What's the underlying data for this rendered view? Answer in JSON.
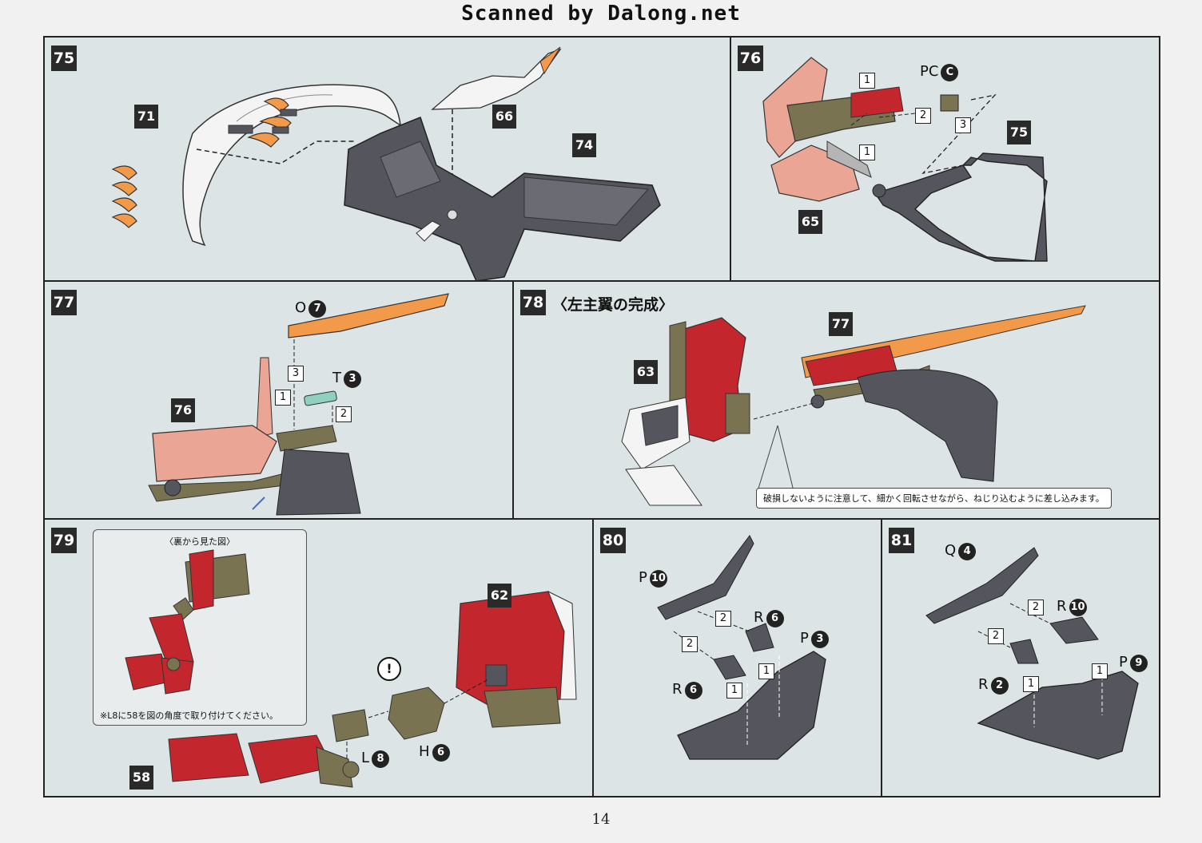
{
  "header": {
    "text": "Scanned by Dalong.net"
  },
  "page_number": "14",
  "panels": {
    "p75": {
      "step": "75",
      "callouts": [
        "71",
        "66",
        "74"
      ]
    },
    "p76": {
      "step": "76",
      "callouts": [
        "75",
        "65"
      ],
      "part_label": "PC",
      "part_circle": "C",
      "nums": [
        "1",
        "2",
        "3",
        "1"
      ]
    },
    "p77": {
      "step": "77",
      "callouts": [
        "76"
      ],
      "parts": [
        {
          "letter": "O",
          "circle": "7"
        },
        {
          "letter": "T",
          "circle": "3"
        }
      ],
      "nums": [
        "3",
        "1",
        "2"
      ]
    },
    "p78": {
      "step": "78",
      "title": "〈左主翼の完成〉",
      "callouts": [
        "77",
        "63"
      ],
      "note": "破損しないように注意して、細かく回転させながら、ねじり込むように差し込みます。"
    },
    "p79": {
      "step": "79",
      "callouts": [
        "62",
        "58"
      ],
      "inset_title": "〈裏から見た図〉",
      "inset_note": "※L8に58を図の角度で取り付けてください。",
      "warning": "!",
      "parts": [
        {
          "letter": "L",
          "circle": "8"
        },
        {
          "letter": "H",
          "circle": "6"
        }
      ]
    },
    "p80": {
      "step": "80",
      "parts": [
        {
          "letter": "P",
          "circle": "10"
        },
        {
          "letter": "R",
          "circle": "6"
        },
        {
          "letter": "P",
          "circle": "3"
        },
        {
          "letter": "R",
          "circle": "6"
        }
      ],
      "nums": [
        "2",
        "2",
        "1",
        "1"
      ]
    },
    "p81": {
      "step": "81",
      "parts": [
        {
          "letter": "Q",
          "circle": "4"
        },
        {
          "letter": "R",
          "circle": "10"
        },
        {
          "letter": "P",
          "circle": "9"
        },
        {
          "letter": "R",
          "circle": "2"
        }
      ],
      "nums": [
        "2",
        "2",
        "1",
        "1"
      ]
    }
  },
  "colors": {
    "panel_bg": "#dde4e6",
    "dark_part": "#55555e",
    "red_part": "#c4262e",
    "orange_part": "#f39a4a",
    "olive_part": "#7a7352",
    "pink_part": "#eaa594",
    "white_part": "#f4f4f4"
  }
}
